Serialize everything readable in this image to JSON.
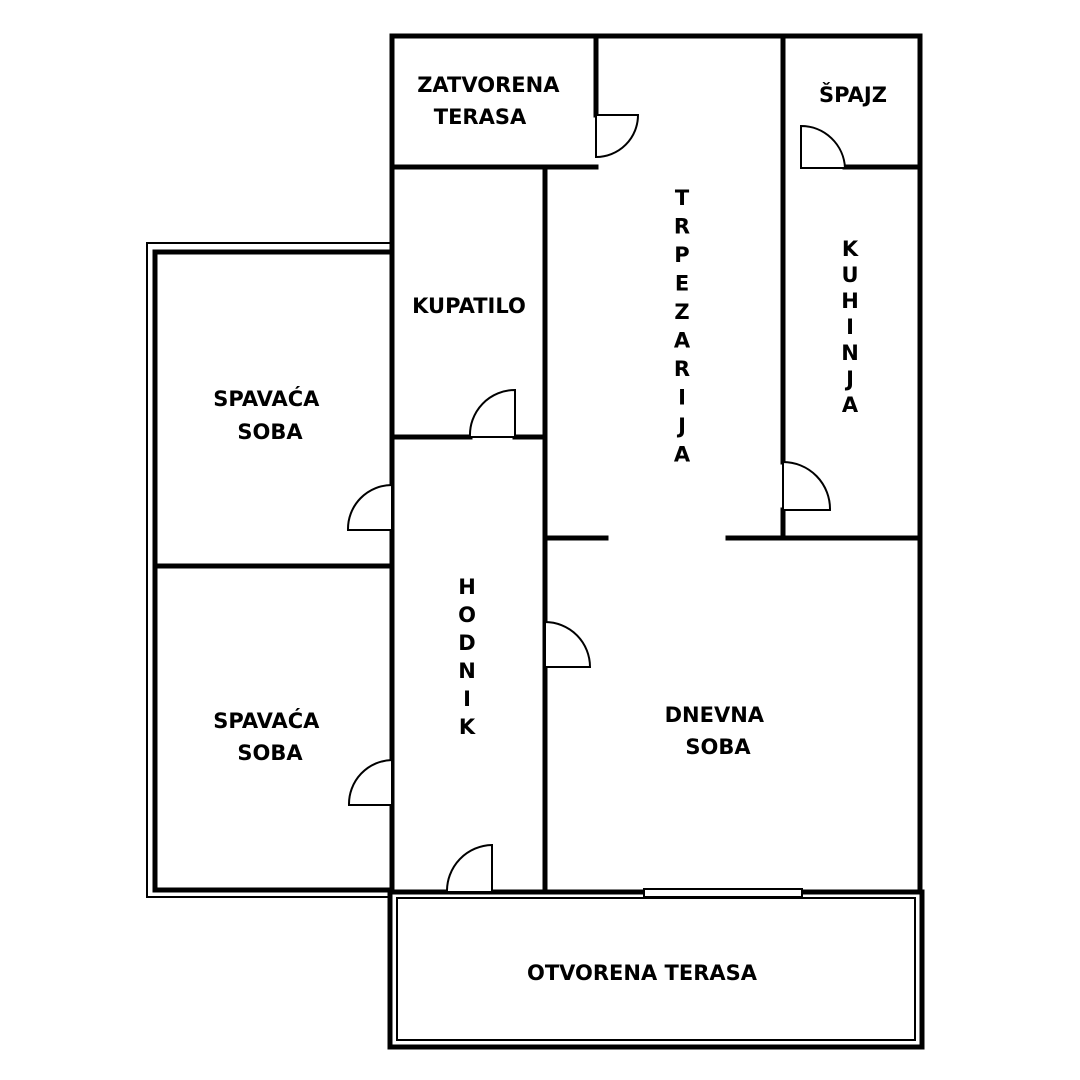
{
  "rooms": {
    "zatvorena_terasa": [
      "ZATVORENA",
      "TERASA"
    ],
    "spajz": [
      "ŠPAJZ"
    ],
    "kupatilo": [
      "KUPATILO"
    ],
    "trpezarija": "TRPEZARIJA",
    "kuhinja": "KUHINJA",
    "spavaca_soba_1": [
      "SPAVAĆA",
      "SOBA"
    ],
    "spavaca_soba_2": [
      "SPAVAĆA",
      "SOBA"
    ],
    "hodnik": "HODNIK",
    "dnevna_soba": [
      "DNEVNA",
      "SOBA"
    ],
    "otvorena_terasa": [
      "OTVORENA TERASA"
    ]
  }
}
